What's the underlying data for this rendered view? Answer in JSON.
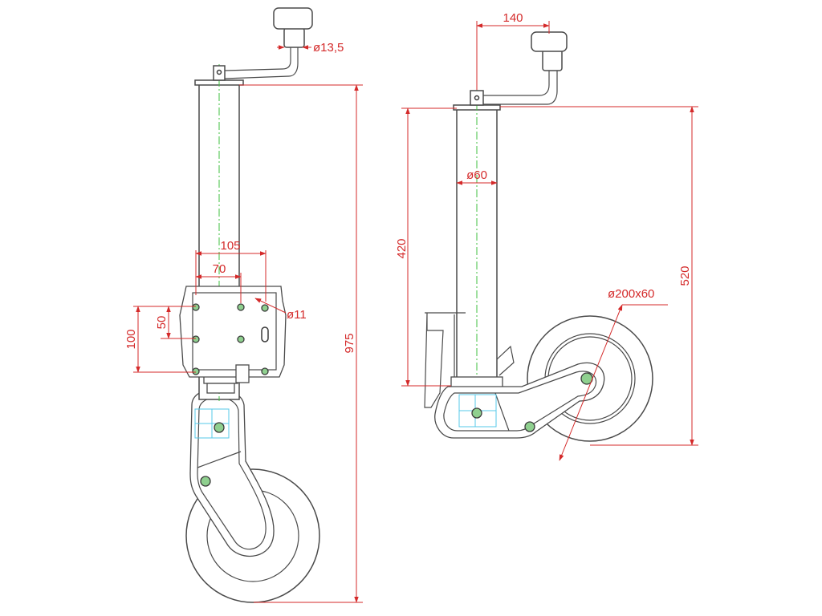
{
  "colors": {
    "outline": "#4a4a4a",
    "dimension": "#d42a2a",
    "centerline": "#3fbf3f",
    "hidden_edge": "#55c8e8"
  },
  "dimensions": {
    "handle_diameter": "ø13,5",
    "total_height": "975",
    "plate_width_outer": "105",
    "plate_width_inner": "70",
    "bolt_hole": "ø11",
    "plate_height": "100",
    "bolt_spacing": "50",
    "crank_offset": "140",
    "tube_diameter": "ø60",
    "tube_height": "420",
    "height_retracted": "520",
    "wheel_size": "ø200x60"
  }
}
